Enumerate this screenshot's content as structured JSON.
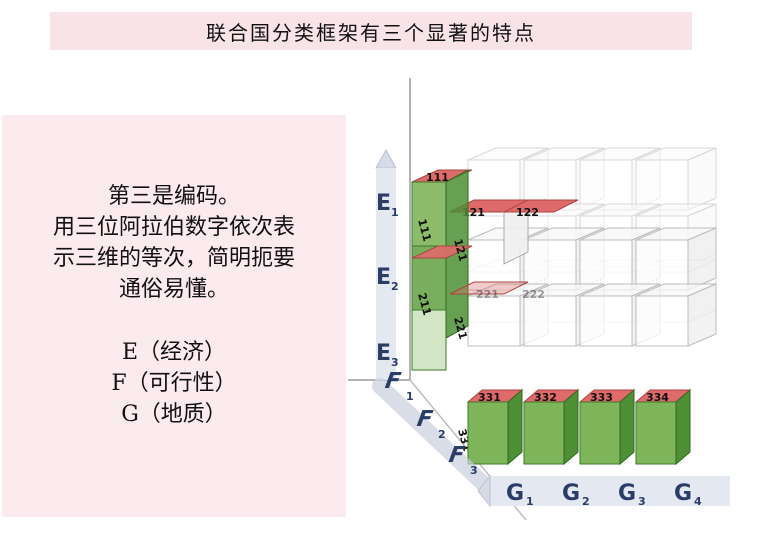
{
  "title": "联合国分类框架有三个显著的特点",
  "panel": {
    "lines": [
      "第三是编码。",
      "用三位阿拉伯数字依次表",
      "示三维的等次，简明扼要",
      "通俗易懂。"
    ],
    "axes": [
      "E（经济）",
      "F（可行性）",
      "G（地质）"
    ]
  },
  "diagram": {
    "e_axis": {
      "letter": "E",
      "subs": [
        "1",
        "2",
        "3"
      ]
    },
    "f_axis": {
      "letter": "F",
      "subs": [
        "1",
        "2",
        "3"
      ]
    },
    "g_axis": {
      "letter": "G",
      "subs": [
        "1",
        "2",
        "3",
        "4"
      ]
    },
    "cube_codes": {
      "top": [
        "111",
        "121",
        "122"
      ],
      "mid": [
        "211",
        "221",
        "222"
      ],
      "bottom": [
        "331",
        "332",
        "333",
        "334"
      ]
    },
    "side_codes": [
      "111",
      "121",
      "211",
      "221",
      "331"
    ],
    "colors": {
      "red_top": "#e06a6a",
      "green_face": "#7fb55a",
      "green_dark": "#4e8f35",
      "axis_blue": "#2a3d66"
    }
  }
}
